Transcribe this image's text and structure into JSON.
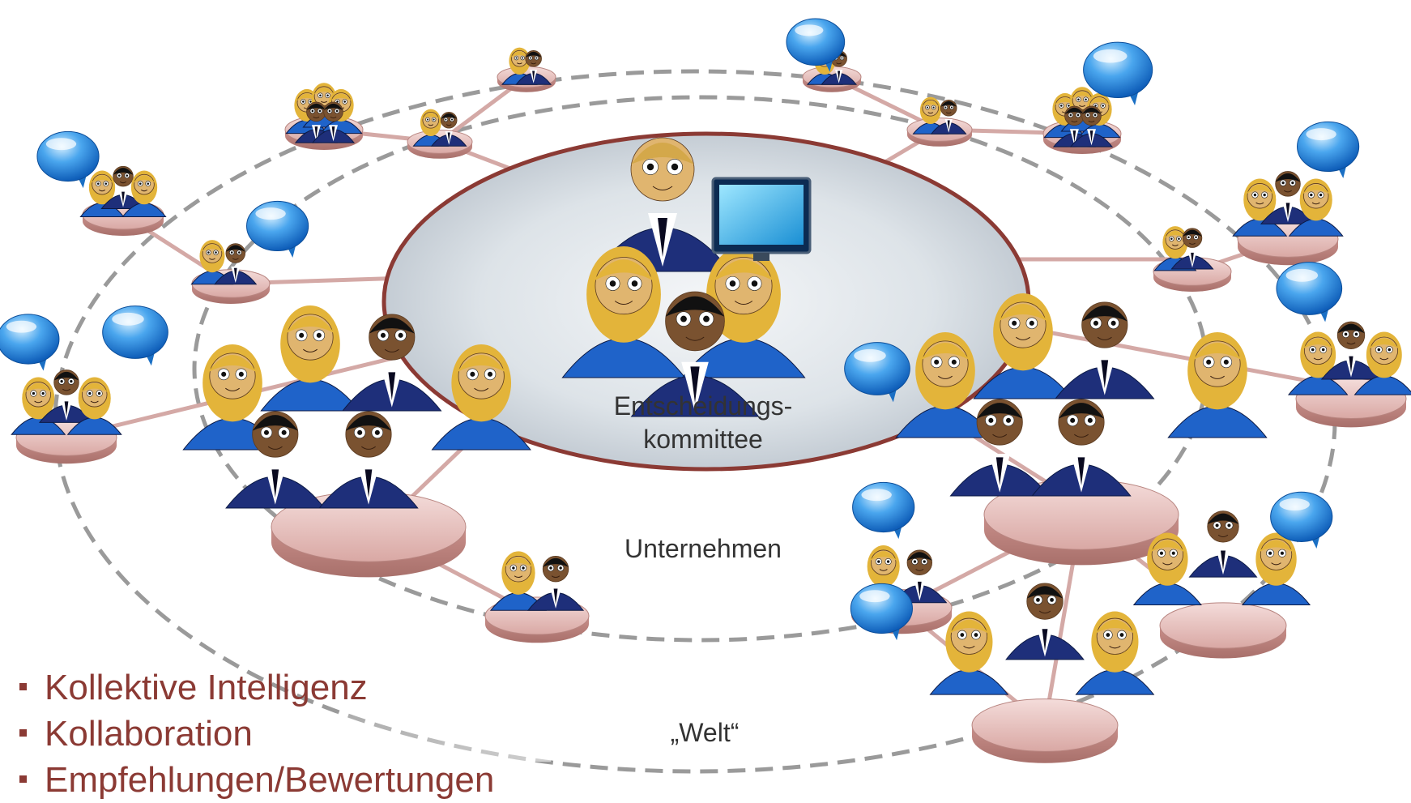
{
  "center": {
    "label_line1": "Entscheidungs-",
    "label_line2": "kommittee"
  },
  "inner_ring": {
    "label": "Unternehmen"
  },
  "outer_ring": {
    "label": "„Welt“"
  },
  "bullets": [
    "Kollektive Intelligenz",
    "Kollaboration",
    "Empfehlungen/Bewertungen"
  ],
  "colors": {
    "accent_text": "#8b3a34",
    "connector": "#d4a9a6",
    "dashed_ring": "#999999",
    "center_border": "#8b3a34",
    "platform": "#d9a8a4",
    "bubble": "#1f7fd6",
    "suit": "#1e2f7a",
    "blond_hair": "#e3b43a"
  }
}
